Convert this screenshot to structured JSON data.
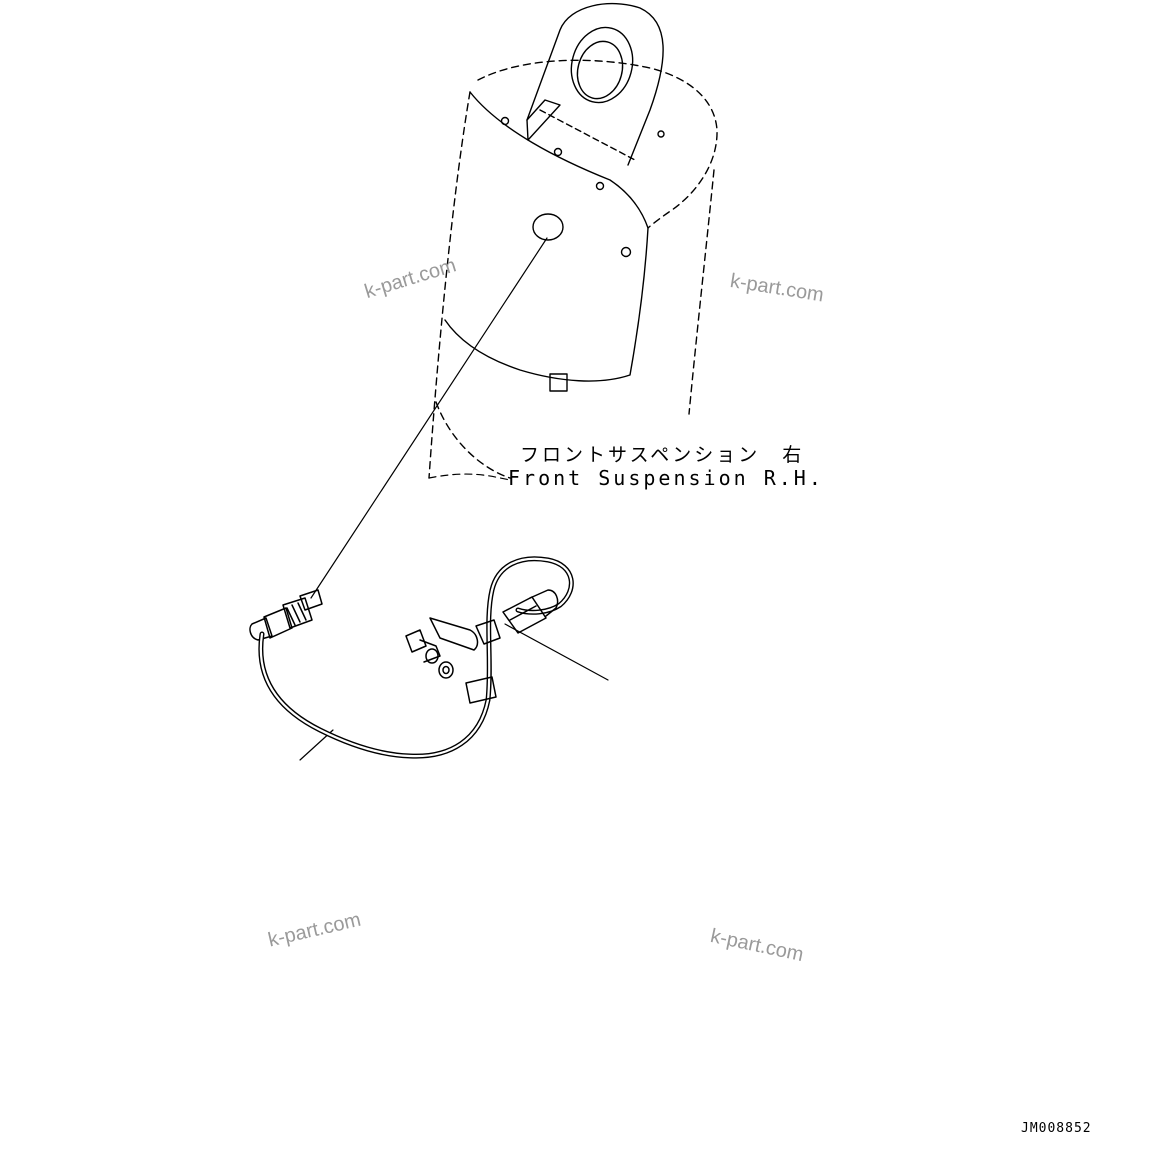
{
  "callout": {
    "japanese": "フロントサスペンション　右",
    "english": "Front Suspension R.H."
  },
  "watermarks": [
    "k-part.com",
    "k-part.com",
    "k-part.com",
    "k-part.com"
  ],
  "drawing_code": "JM008852"
}
